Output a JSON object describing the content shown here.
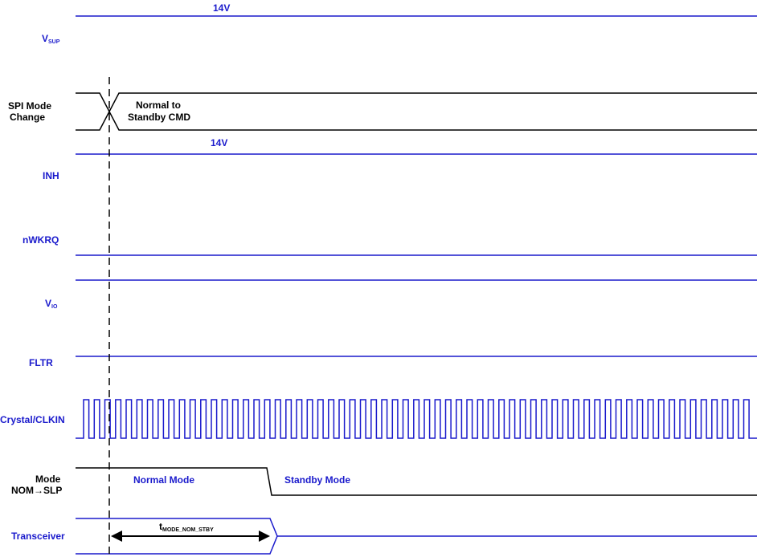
{
  "signals": {
    "vsup": {
      "label": "V",
      "sub": "SUP",
      "level": "14V"
    },
    "spi": {
      "label_line1": "SPI Mode",
      "label_line2": "Change",
      "annot_line1": "Normal to",
      "annot_line2": "Standby CMD"
    },
    "inh": {
      "label": "INH",
      "level": "14V"
    },
    "nwkrq": {
      "label": "nWKRQ"
    },
    "vio": {
      "label": "V",
      "sub": "IO"
    },
    "fltr": {
      "label": "FLTR"
    },
    "clk": {
      "label": "Crystal/CLKIN"
    },
    "mode": {
      "label_line1": "Mode",
      "label_line2": "NOM→SLP",
      "normal": "Normal Mode",
      "standby": "Standby Mode"
    },
    "transceiver": {
      "label": "Transceiver",
      "timing": "t",
      "timing_sub": "MODE_NOM_STBY"
    }
  },
  "colors": {
    "signal": "#1a1acc",
    "text_black": "#000000"
  }
}
